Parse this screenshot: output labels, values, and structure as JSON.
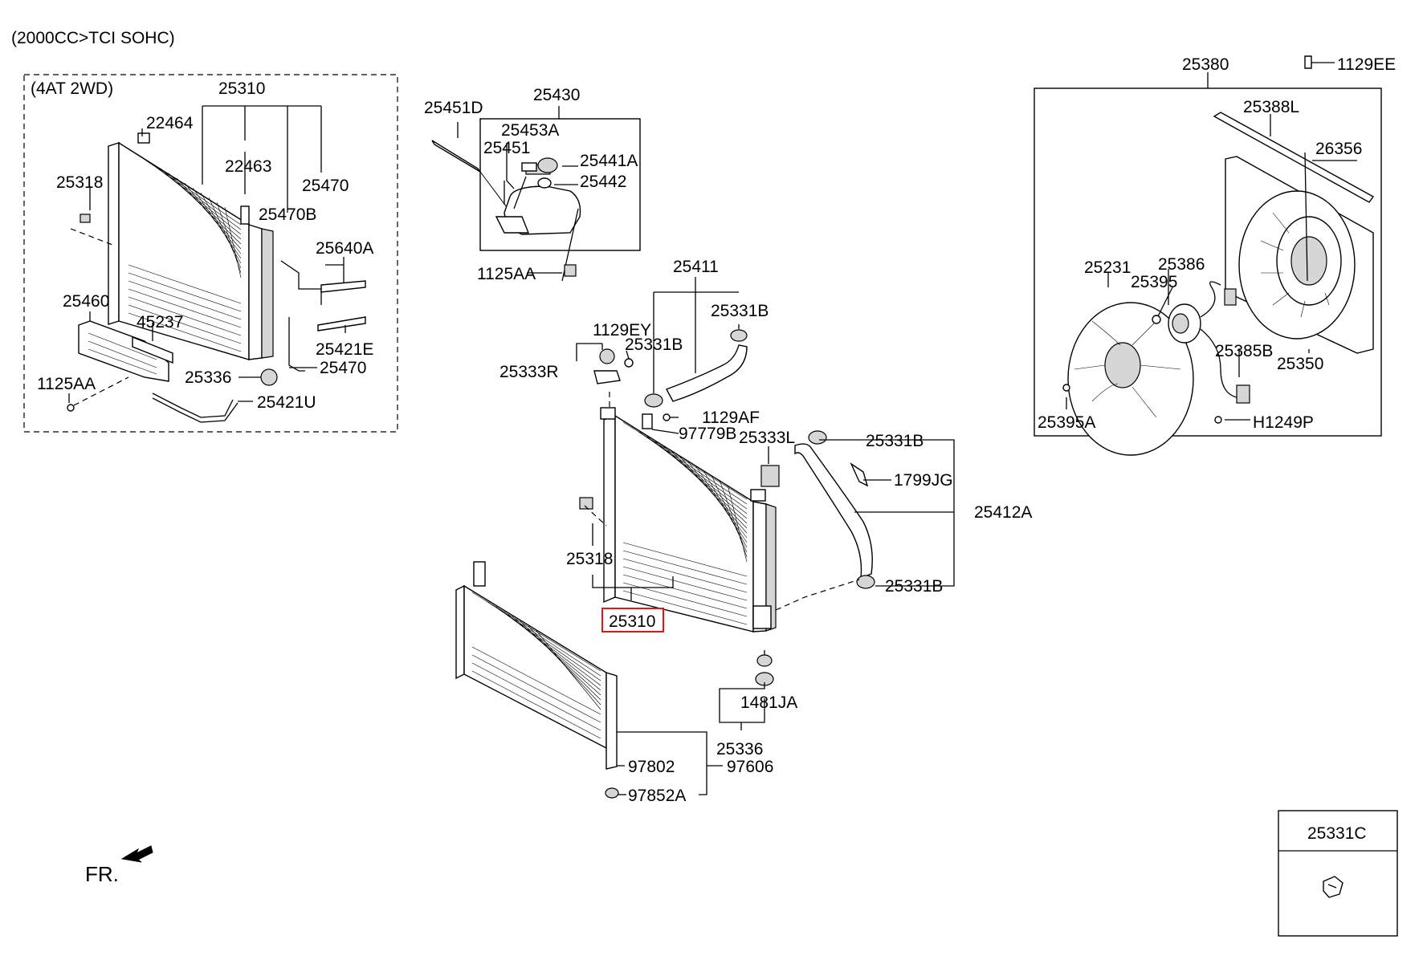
{
  "header": {
    "variant": "(2000CC>TCI SOHC)"
  },
  "inset": {
    "title": "(4AT 2WD)"
  },
  "labels": {
    "l25310a": "25310",
    "l22464": "22464",
    "l22463": "22463",
    "l25470a": "25470",
    "l25318a": "25318",
    "l25470b": "25470B",
    "l25640a": "25640A",
    "l25460": "25460",
    "l45237": "45237",
    "l25421e": "25421E",
    "l25470c": "25470",
    "l1125aa_a": "1125AA",
    "l25336a": "25336",
    "l25421u": "25421U",
    "l25430": "25430",
    "l25451d": "25451D",
    "l25453a": "25453A",
    "l25451": "25451",
    "l25441a": "25441A",
    "l25442": "25442",
    "l1125aa_b": "1125AA",
    "l25411": "25411",
    "l25331b_a": "25331B",
    "l1129ey": "1129EY",
    "l25331b_b": "25331B",
    "l25333r": "25333R",
    "l1129af": "1129AF",
    "l97779b": "97779B",
    "l25333l": "25333L",
    "l25331b_c": "25331B",
    "l1799jg": "1799JG",
    "l25412a": "25412A",
    "l25318b": "25318",
    "l25331b_d": "25331B",
    "l25310b": "25310",
    "l1481ja": "1481JA",
    "l25336b": "25336",
    "l97802": "97802",
    "l97606": "97606",
    "l97852a": "97852A",
    "l25380": "25380",
    "l1129ee": "1129EE",
    "l25388l": "25388L",
    "l26356": "26356",
    "l25231": "25231",
    "l25386": "25386",
    "l25395": "25395",
    "l25385b": "25385B",
    "l25350": "25350",
    "l25395a": "25395A",
    "l h1249p": "",
    "lh1249p": "H1249P",
    "l25331c": "25331C",
    "fr": "FR."
  },
  "highlight": {
    "part": "25310",
    "color": "#e01515"
  }
}
